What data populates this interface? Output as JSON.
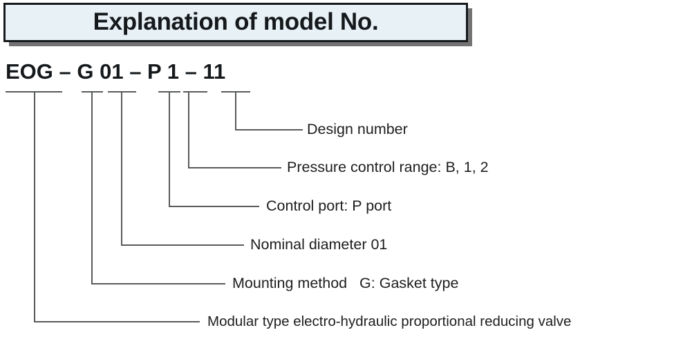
{
  "header": {
    "title": "Explanation of model No.",
    "fill_color": "#e8f2f6",
    "border_color": "#15191c"
  },
  "model_code": {
    "full": "EOG – G 01 – P 1 – 11",
    "segments": [
      {
        "text": "EOG",
        "meaning": "Modular type electro-hydraulic proportional reducing valve"
      },
      {
        "text": "G",
        "meaning": "Mounting method   G: Gasket type"
      },
      {
        "text": "01",
        "meaning": "Nominal diameter 01"
      },
      {
        "text": "P",
        "meaning": "Control port: P port"
      },
      {
        "text": "1",
        "meaning": "Pressure control range: B, 1, 2"
      },
      {
        "text": "11",
        "meaning": "Design number"
      }
    ]
  },
  "callouts": [
    {
      "id": "design-number",
      "text": "Design number"
    },
    {
      "id": "pressure-control-range",
      "text": "Pressure control range: B, 1, 2"
    },
    {
      "id": "control-port",
      "text": "Control port: P port"
    },
    {
      "id": "nominal-diameter",
      "text": "Nominal diameter 01"
    },
    {
      "id": "mounting-method",
      "text": "Mounting method   G: Gasket type"
    },
    {
      "id": "valve-type",
      "text": "Modular type electro-hydraulic proportional reducing valve"
    }
  ],
  "line_color": "#58595b"
}
